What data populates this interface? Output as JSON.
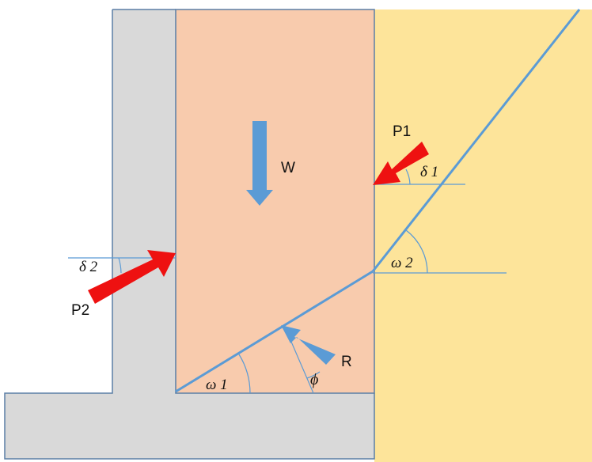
{
  "labels": {
    "w": "W",
    "p1": "P1",
    "p2": "P2",
    "r": "R",
    "delta1": "δ 1",
    "delta2": "δ 2",
    "omega1": "ω 1",
    "omega2": "ω 2",
    "phi": "ϕ"
  },
  "colors": {
    "wall": "#d9d9d9",
    "wedge": "#f8cbad",
    "soil": "#fde49a",
    "outline": "#5b7fa6",
    "slip_line": "#5b9bd5",
    "force_red": "#ee1111",
    "force_blue": "#5b9bd5"
  }
}
